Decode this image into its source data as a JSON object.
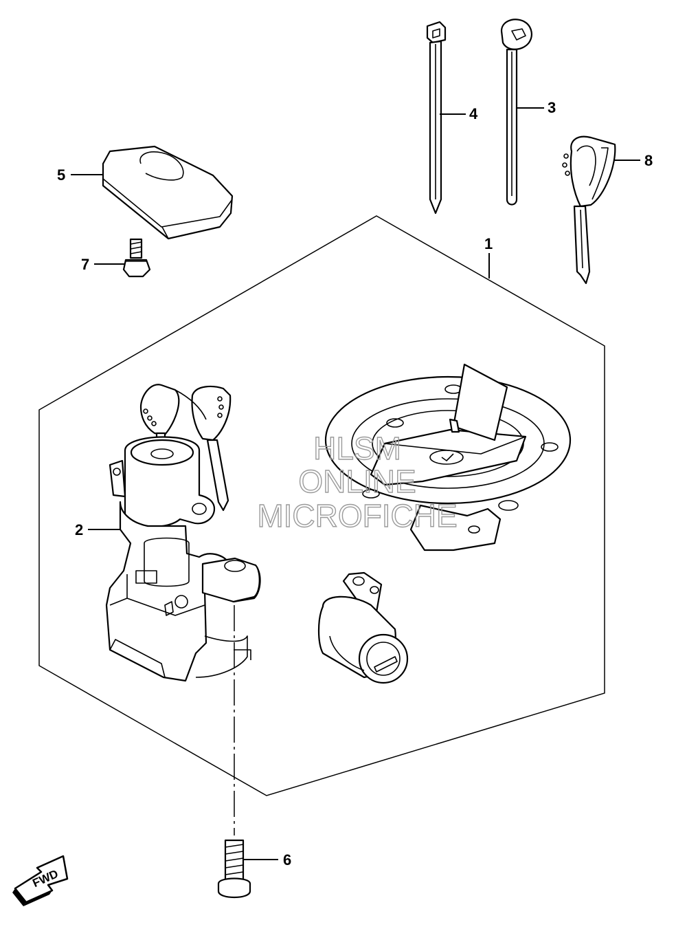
{
  "diagram": {
    "callouts": [
      {
        "id": "1",
        "label": "1"
      },
      {
        "id": "2",
        "label": "2"
      },
      {
        "id": "3",
        "label": "3"
      },
      {
        "id": "4",
        "label": "4"
      },
      {
        "id": "5",
        "label": "5"
      },
      {
        "id": "6",
        "label": "6"
      },
      {
        "id": "7",
        "label": "7"
      },
      {
        "id": "8",
        "label": "8"
      }
    ],
    "watermark": {
      "line1": "HLSM",
      "line2": "ONLINE",
      "line3": "MICROFICHE"
    },
    "direction_arrow": {
      "label": "FWD",
      "icon": "fwd-arrow-icon"
    }
  }
}
